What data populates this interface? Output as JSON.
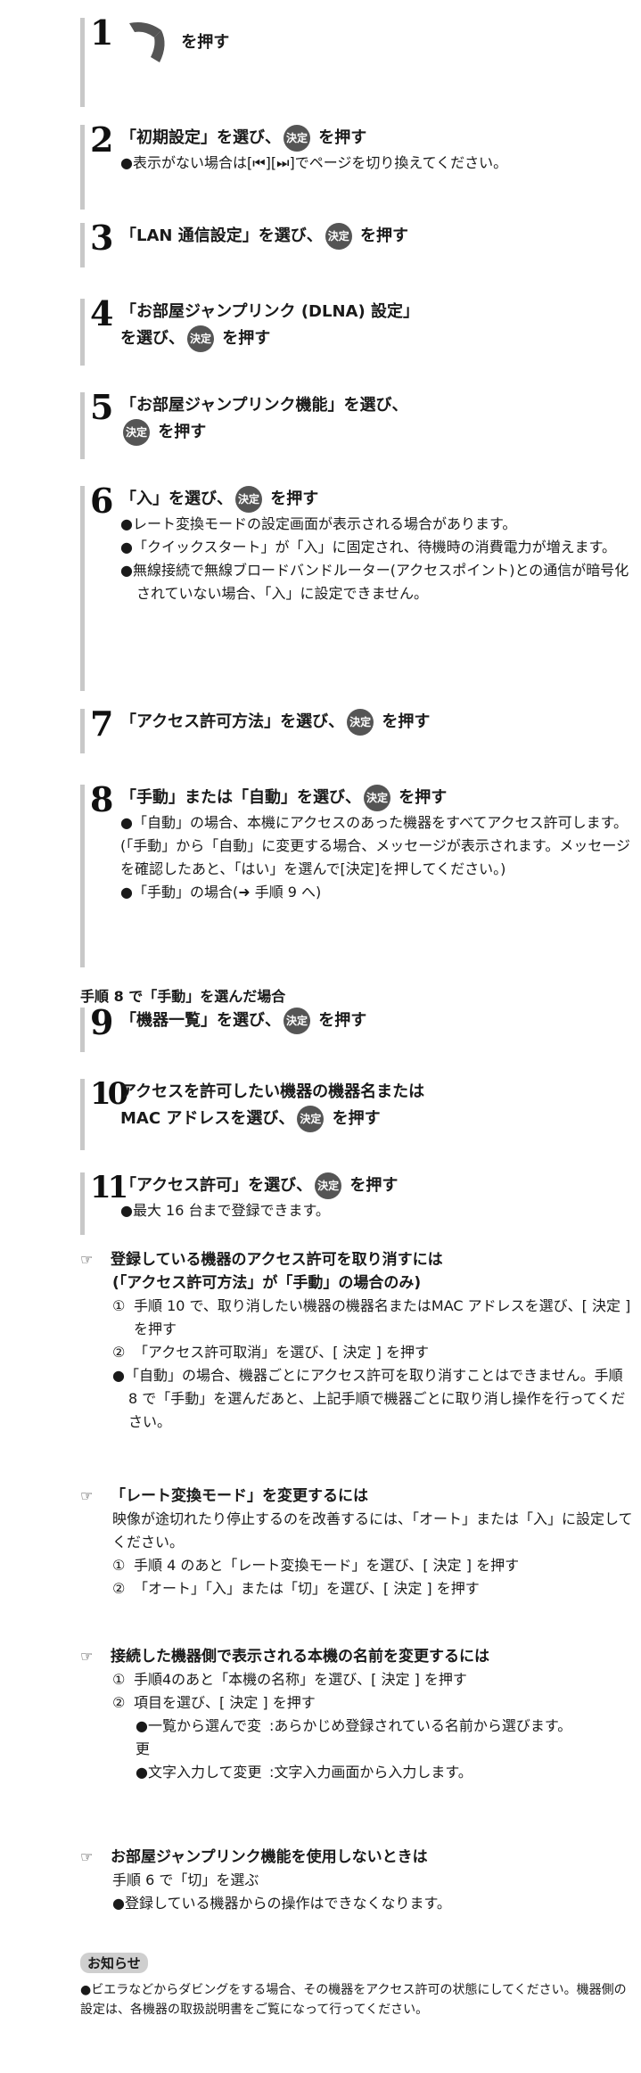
{
  "steps": [
    {
      "num": "1",
      "parts": [
        {
          "type": "icon",
          "name": "menu-list-icon",
          "label": "操作一覧"
        },
        {
          "type": "text",
          "value": " を押す"
        }
      ],
      "notes": []
    },
    {
      "num": "2",
      "parts": [
        {
          "type": "text",
          "value": "「初期設定」を選び、"
        },
        {
          "type": "key"
        },
        {
          "type": "text",
          "value": " を押す"
        }
      ],
      "notes": [
        "●表示がない場合は[⏮][⏭]でページを切り換えてください。"
      ]
    },
    {
      "num": "3",
      "parts": [
        {
          "type": "text",
          "value": "「LAN 通信設定」を選び、"
        },
        {
          "type": "key"
        },
        {
          "type": "text",
          "value": " を押す"
        }
      ],
      "notes": []
    },
    {
      "num": "4",
      "lines": [
        [
          {
            "type": "text",
            "value": "「お部屋ジャンプリンク (DLNA) 設定」"
          }
        ],
        [
          {
            "type": "text",
            "value": "を選び、"
          },
          {
            "type": "key"
          },
          {
            "type": "text",
            "value": " を押す"
          }
        ]
      ],
      "notes": []
    },
    {
      "num": "5",
      "lines": [
        [
          {
            "type": "text",
            "value": "「お部屋ジャンプリンク機能」を選び、"
          }
        ],
        [
          {
            "type": "key"
          },
          {
            "type": "text",
            "value": " を押す"
          }
        ]
      ],
      "notes": []
    },
    {
      "num": "6",
      "parts": [
        {
          "type": "text",
          "value": "「入」を選び、"
        },
        {
          "type": "key"
        },
        {
          "type": "text",
          "value": " を押す"
        }
      ],
      "notes": [
        "●レート変換モードの設定画面が表示される場合があります。",
        "●「クイックスタート」が「入」に固定され、待機時の消費電力が増えます。",
        "●無線接続で無線ブロードバンドルーター(アクセスポイント)との通信が暗号化されていない場合、「入」に設定できません。"
      ]
    },
    {
      "num": "7",
      "parts": [
        {
          "type": "text",
          "value": "「アクセス許可方法」を選び、"
        },
        {
          "type": "key"
        },
        {
          "type": "text",
          "value": " を押す"
        }
      ],
      "notes": []
    },
    {
      "num": "8",
      "parts": [
        {
          "type": "text",
          "value": "「手動」または「自動」を選び、"
        },
        {
          "type": "key"
        },
        {
          "type": "text",
          "value": " を押す"
        }
      ],
      "notes": [
        "●「自動」の場合、本機にアクセスのあった機器をすべてアクセス許可します。",
        "(「手動」から「自動」に変更する場合、メッセージが表示されます。メッセージを確認したあと、「はい」を選んで[決定]を押してください。)",
        "●「手動」の場合(➜ 手順 9 へ)"
      ]
    },
    {
      "num": "9",
      "parts": [
        {
          "type": "text",
          "value": "「機器一覧」を選び、"
        },
        {
          "type": "key"
        },
        {
          "type": "text",
          "value": " を押す"
        }
      ],
      "notes": []
    },
    {
      "num": "10",
      "lines": [
        [
          {
            "type": "text",
            "value": "アクセスを許可したい機器の機器名または"
          }
        ],
        [
          {
            "type": "text",
            "value": "MAC アドレスを選び、"
          },
          {
            "type": "key"
          },
          {
            "type": "text",
            "value": " を押す"
          }
        ]
      ],
      "notes": []
    },
    {
      "num": "11",
      "parts": [
        {
          "type": "text",
          "value": "「アクセス許可」を選び、"
        },
        {
          "type": "key"
        },
        {
          "type": "text",
          "value": " を押す"
        }
      ],
      "notes": [
        "●最大 16 台まで登録できます。"
      ]
    }
  ],
  "key_label": "決定",
  "step8_label": "手順 8 で「手動」を選んだ場合",
  "tips": [
    {
      "title": "登録している機器のアクセス許可を取り消すには",
      "subtitle": "(「アクセス許可方法」が「手動」の場合のみ)",
      "items": [
        {
          "n": "①",
          "t": "手順 10 で、取り消したい機器の機器名またはMAC アドレスを選び、[ 決定 ] を押す"
        },
        {
          "n": "②",
          "t": "「アクセス許可取消」を選び、[ 決定 ] を押す"
        }
      ],
      "bullets": [
        "●「自動」の場合、機器ごとにアクセス許可を取り消すことはできません。手順 8 で「手動」を選んだあと、上記手順で機器ごとに取り消し操作を行ってください。"
      ]
    },
    {
      "title": "「レート変換モード」を変更するには",
      "intro": "映像が途切れたり停止するのを改善するには、「オート」または「入」に設定してください。",
      "items": [
        {
          "n": "①",
          "t": "手順 4 のあと「レート変換モード」を選び、[ 決定 ] を押す"
        },
        {
          "n": "②",
          "t": "「オート」「入」または「切」を選び、[ 決定 ] を押す"
        }
      ]
    },
    {
      "title": "接続した機器側で表示される本機の名前を変更するには",
      "items": [
        {
          "n": "①",
          "t": "手順4のあと「本機の名称」を選び、[ 決定 ] を押す"
        },
        {
          "n": "②",
          "t": "項目を選び、[ 決定 ] を押す"
        }
      ],
      "options": [
        {
          "k": "●一覧から選んで変更",
          "v": ":あらかじめ登録されている名前から選びます。"
        },
        {
          "k": "●文字入力して変更",
          "v": ":文字入力画面から入力します。"
        }
      ]
    },
    {
      "title": "お部屋ジャンプリンク機能を使用しないときは",
      "intro": "手順 6 で「切」を選ぶ",
      "bullets": [
        "●登録している機器からの操作はできなくなります。"
      ]
    }
  ],
  "notice": {
    "title": "お知らせ",
    "text": "●ビエラなどからダビングをする場合、その機器をアクセス許可の状態にしてください。機器側の設定は、各機器の取扱説明書をご覧になって行ってください。"
  }
}
